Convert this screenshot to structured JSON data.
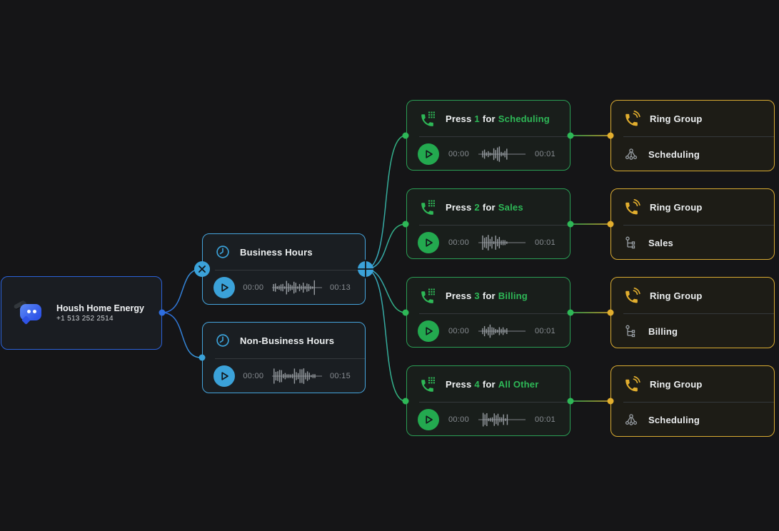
{
  "colors": {
    "canvas_bg": "#151517",
    "blue_accent": "#3ba2d9",
    "royal_blue": "#2b62d9",
    "green_accent": "#2eb857",
    "green_border": "#2a9d54",
    "gold_accent": "#e2ae2e",
    "gold_border": "#d9ab32"
  },
  "icons": {
    "root_logo": "chat-bubble-with-handset-logo",
    "hours": "clock-icon",
    "menu": "phone-keypad-icon",
    "ring_group": "ringing-phone-icon",
    "member_org": "org-chart-icon",
    "member_tree": "branch-tree-icon",
    "play": "play-icon",
    "remove": "close-icon",
    "add": "plus-icon"
  },
  "root_node": {
    "title": "Housh Home Energy",
    "phone": "+1 513 252 2514"
  },
  "hours_nodes": [
    {
      "label": "Business Hours",
      "elapsed": "00:00",
      "duration": "00:13"
    },
    {
      "label": "Non-Business Hours",
      "elapsed": "00:00",
      "duration": "00:15"
    }
  ],
  "menu_nodes": [
    {
      "press": "Press",
      "digit": "1",
      "for_word": "for",
      "target": "Scheduling",
      "elapsed": "00:00",
      "duration": "00:01"
    },
    {
      "press": "Press",
      "digit": "2",
      "for_word": "for",
      "target": "Sales",
      "elapsed": "00:00",
      "duration": "00:01"
    },
    {
      "press": "Press",
      "digit": "3",
      "for_word": "for",
      "target": "Billing",
      "elapsed": "00:00",
      "duration": "00:01"
    },
    {
      "press": "Press",
      "digit": "4",
      "for_word": "for",
      "target": "All Other",
      "elapsed": "00:00",
      "duration": "00:01"
    }
  ],
  "ring_group_nodes": [
    {
      "title": "Ring Group",
      "member": "Scheduling",
      "member_icon": "org-chart"
    },
    {
      "title": "Ring Group",
      "member": "Sales",
      "member_icon": "branch-tree"
    },
    {
      "title": "Ring Group",
      "member": "Billing",
      "member_icon": "branch-tree"
    },
    {
      "title": "Ring Group",
      "member": "Scheduling",
      "member_icon": "org-chart"
    }
  ]
}
